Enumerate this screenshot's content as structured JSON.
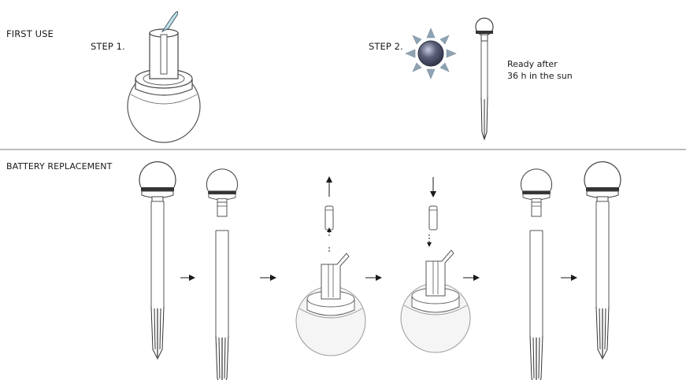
{
  "sections": {
    "first_use": {
      "title": "FIRST USE"
    },
    "battery_replacement": {
      "title": "BATTERY REPLACEMENT"
    }
  },
  "steps": {
    "step1": {
      "label": "STEP 1."
    },
    "step2": {
      "label": "STEP 2."
    }
  },
  "ready_note": {
    "line1": "Ready after",
    "line2": "36 h in the sun"
  },
  "colors": {
    "ink": "#1a1a1a",
    "line": "#555555",
    "sun_rays": "#8fa3b3",
    "orb": "#3e4458",
    "globe_fill": "#f7f7f7"
  }
}
